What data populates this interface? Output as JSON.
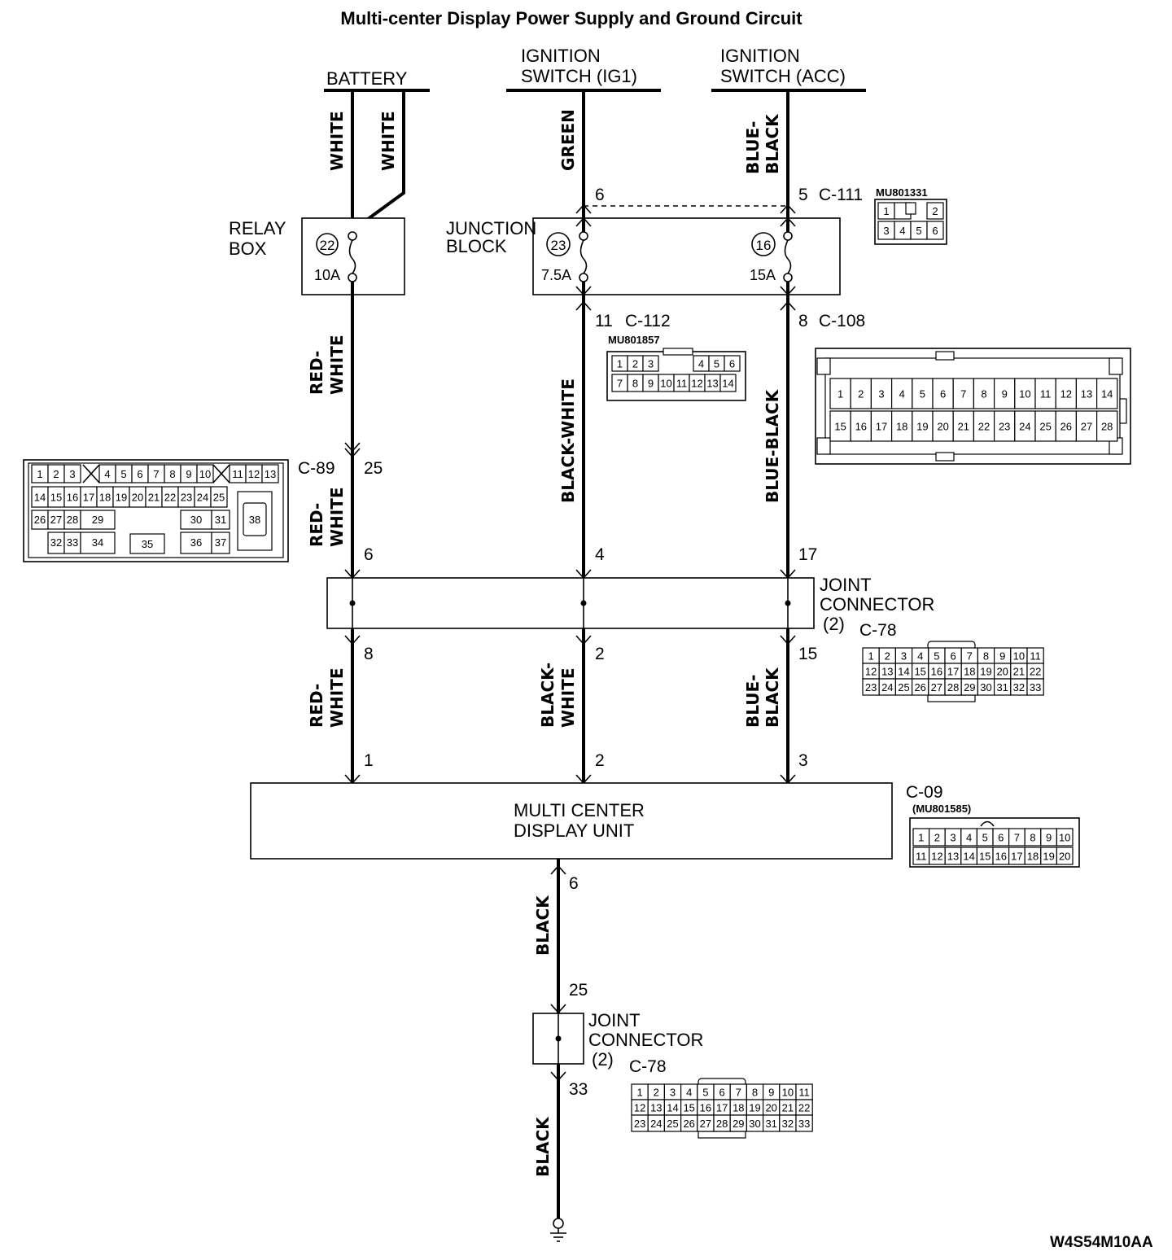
{
  "title": "Multi-center Display Power Supply and Ground Circuit",
  "sources": {
    "battery": "BATTERY",
    "ig1_line1": "IGNITION",
    "ig1_line2": "SWITCH (IG1)",
    "acc_line1": "IGNITION",
    "acc_line2": "SWITCH (ACC)"
  },
  "wires": {
    "battery_a": "WHITE",
    "battery_b": "WHITE",
    "ig1": "GREEN",
    "acc_1": "BLUE-",
    "acc_2": "BLACK",
    "relay_out_1": "RED-",
    "relay_out_2": "WHITE",
    "c89_out_1": "RED-",
    "c89_out_2": "WHITE",
    "jb_mid": "BLACK-WHITE",
    "jb_right": "BLUE-BLACK",
    "jc_left_1": "RED-",
    "jc_left_2": "WHITE",
    "jc_mid_1": "BLACK-",
    "jc_mid_2": "WHITE",
    "jc_right_1": "BLUE-",
    "jc_right_2": "BLACK",
    "ground_1": "BLACK",
    "ground_2": "BLACK"
  },
  "relay_box": {
    "line1": "RELAY",
    "line2": "BOX",
    "fuse_no": "22",
    "fuse_rating": "10A"
  },
  "junction_block": {
    "line1": "JUNCTION",
    "line2": "BLOCK",
    "fuse_left_no": "23",
    "fuse_left_rating": "7.5A",
    "fuse_right_no": "16",
    "fuse_right_rating": "15A"
  },
  "pins": {
    "jb_in_left": "6",
    "jb_in_right": "5",
    "c112_pin": "11",
    "c108_pin": "8",
    "c89_pin_top": "25",
    "c89_pin_bottom": "6",
    "jc_in_left": "6",
    "jc_in_mid": "4",
    "jc_in_right": "17",
    "jc_out_left": "8",
    "jc_out_mid": "2",
    "jc_out_right": "15",
    "unit_left": "1",
    "unit_mid": "2",
    "unit_right": "3",
    "unit_ground": "6",
    "jc2_in": "25",
    "jc2_out": "33"
  },
  "connectors": {
    "c111": {
      "name": "C-111",
      "part": "MU801331",
      "row1": [
        "1",
        "",
        "2"
      ],
      "row2": [
        "3",
        "4",
        "5",
        "6"
      ]
    },
    "c112": {
      "name": "C-112",
      "part": "MU801857",
      "row1": [
        "1",
        "2",
        "3",
        "4",
        "5",
        "6"
      ],
      "row2": [
        "7",
        "8",
        "9",
        "10",
        "11",
        "12",
        "13",
        "14"
      ]
    },
    "c108": {
      "name": "C-108",
      "row1": [
        "1",
        "2",
        "3",
        "4",
        "5",
        "6",
        "7",
        "8",
        "9",
        "10",
        "11",
        "12",
        "13",
        "14"
      ],
      "row2": [
        "15",
        "16",
        "17",
        "18",
        "19",
        "20",
        "21",
        "22",
        "23",
        "24",
        "25",
        "26",
        "27",
        "28"
      ]
    },
    "c89": {
      "name": "C-89",
      "row1": [
        "1",
        "2",
        "3",
        "4",
        "5",
        "6",
        "7",
        "8",
        "9",
        "10",
        "11",
        "12",
        "13"
      ],
      "row2": [
        "14",
        "15",
        "16",
        "17",
        "18",
        "19",
        "20",
        "21",
        "22",
        "23",
        "24",
        "25"
      ],
      "row3": [
        "26",
        "27",
        "28",
        "29",
        "30",
        "31",
        "38"
      ],
      "row4": [
        "32",
        "33",
        "34",
        "35",
        "36",
        "37"
      ]
    },
    "c78": {
      "name": "C-78",
      "row1": [
        "1",
        "2",
        "3",
        "4",
        "5",
        "6",
        "7",
        "8",
        "9",
        "10",
        "11"
      ],
      "row2": [
        "12",
        "13",
        "14",
        "15",
        "16",
        "17",
        "18",
        "19",
        "20",
        "21",
        "22"
      ],
      "row3": [
        "23",
        "24",
        "25",
        "26",
        "27",
        "28",
        "29",
        "30",
        "31",
        "32",
        "33"
      ]
    },
    "c09": {
      "name": "C-09",
      "part": "(MU801585)",
      "row1": [
        "1",
        "2",
        "3",
        "4",
        "5",
        "6",
        "7",
        "8",
        "9",
        "10"
      ],
      "row2": [
        "11",
        "12",
        "13",
        "14",
        "15",
        "16",
        "17",
        "18",
        "19",
        "20"
      ]
    }
  },
  "joint_connector": {
    "line1": "JOINT",
    "line2": "CONNECTOR",
    "line3": "(2)"
  },
  "unit": {
    "line1": "MULTI CENTER",
    "line2": "DISPLAY UNIT"
  },
  "figure_code": "W4S54M10AA"
}
